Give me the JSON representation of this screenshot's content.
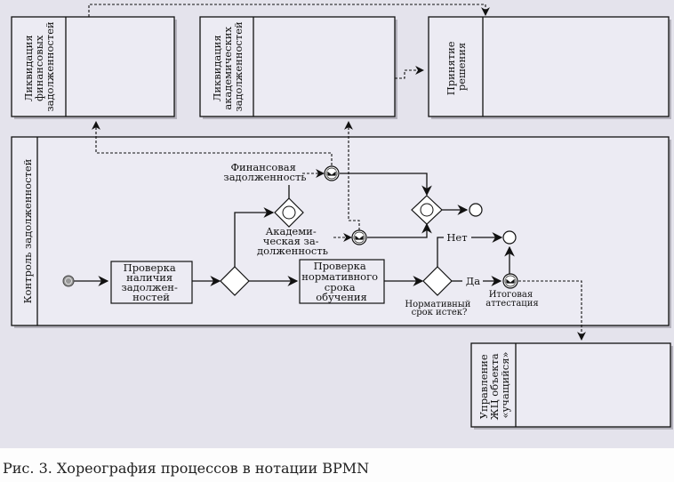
{
  "figure": {
    "caption": "Рис. 3. Хореография процессов в нотации BPMN"
  },
  "pools": {
    "financial": {
      "label_lines": [
        "Ликвидация",
        "финансовых",
        "задолженностей"
      ]
    },
    "academic": {
      "label_lines": [
        "Ликвидация",
        "академических",
        "задолженностей"
      ]
    },
    "decision": {
      "label_lines": [
        "Принятие",
        "решения"
      ]
    },
    "control": {
      "label_lines": [
        "Контроль задолженностей"
      ]
    },
    "student": {
      "label_lines": [
        "Управление",
        "ЖЦ объекта",
        "«учащийся»"
      ]
    }
  },
  "tasks": {
    "check_debts": {
      "label_lines": [
        "Проверка",
        "наличия",
        "задолжен-",
        "ностей"
      ]
    },
    "check_term": {
      "label_lines": [
        "Проверка",
        "нормативного",
        "срока",
        "обучения"
      ]
    }
  },
  "events": {
    "financial_debt": {
      "label_lines": [
        "Финансовая",
        "задолженность"
      ]
    },
    "academic_debt": {
      "label_lines": [
        "Академи-",
        "ческая за-",
        "долженность"
      ]
    },
    "final_attestation": {
      "label_lines": [
        "Итоговая",
        "аттестация"
      ]
    }
  },
  "gateways": {
    "term_expired": {
      "label_lines": [
        "Нормативный",
        "срок истек?"
      ]
    }
  },
  "flow_labels": {
    "no": "Нет",
    "yes": "Да"
  },
  "colors": {
    "canvas": "#e4e3ec",
    "pool_fill": "#ecebf3",
    "stroke": "#111111"
  }
}
